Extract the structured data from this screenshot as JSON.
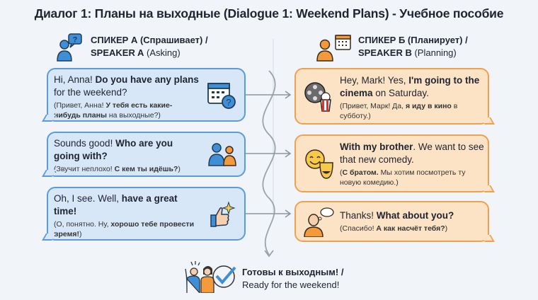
{
  "title": "Диалог 1: Планы на выходные (Dialogue 1: Weekend Plans) - Учебное пособие",
  "speaker_a": {
    "line1": "СПИКЕР А (Спрашивает) /",
    "line2_bold": "SPEAKER A",
    "line2_normal": " (Asking)",
    "icon": "person-question-icon"
  },
  "speaker_b": {
    "line1": "СПИКЕР Б (Планирует) /",
    "line2_bold": "SPEAKER B",
    "line2_normal": " (Planning)",
    "icon": "person-calendar-icon"
  },
  "bubbles_a": [
    {
      "icon": "calendar-question-icon",
      "en": [
        {
          "t": "Hi, Anna! ",
          "b": false
        },
        {
          "t": "Do you have any plans",
          "b": true
        },
        {
          "t": " for the weekend?",
          "b": false
        }
      ],
      "ru": [
        {
          "t": "(Привет, Анна! ",
          "b": false
        },
        {
          "t": "У тебя есть какие-нибудь планы",
          "b": true
        },
        {
          "t": " на выходные?)",
          "b": false
        }
      ]
    },
    {
      "icon": "two-people-icon",
      "en": [
        {
          "t": "Sounds good! ",
          "b": false
        },
        {
          "t": "Who are you going with?",
          "b": true
        }
      ],
      "ru": [
        {
          "t": "(Звучит неплохо! ",
          "b": false
        },
        {
          "t": "С кем ты идёшь?",
          "b": true
        },
        {
          "t": ")",
          "b": false
        }
      ]
    },
    {
      "icon": "thumbs-up-icon",
      "en": [
        {
          "t": "Oh, I see. Well, ",
          "b": false
        },
        {
          "t": "have a great time!",
          "b": true
        }
      ],
      "ru": [
        {
          "t": "(О, понятно. Ну, ",
          "b": false
        },
        {
          "t": "хорошо тебе провести время!",
          "b": true
        },
        {
          "t": ")",
          "b": false
        }
      ]
    }
  ],
  "bubbles_b": [
    {
      "icon": "film-popcorn-icon",
      "en": [
        {
          "t": "Hey, Mark! Yes, ",
          "b": false
        },
        {
          "t": "I'm going to the cinema",
          "b": true
        },
        {
          "t": " on Saturday.",
          "b": false
        }
      ],
      "ru": [
        {
          "t": "(Привет, Марк! Да, ",
          "b": false
        },
        {
          "t": "я иду в кино",
          "b": true
        },
        {
          "t": " в субботу.)",
          "b": false
        }
      ]
    },
    {
      "icon": "comedy-masks-icon",
      "en": [
        {
          "t": "With my brother",
          "b": true
        },
        {
          "t": ". We want to see that new comedy.",
          "b": false
        }
      ],
      "ru": [
        {
          "t": "(",
          "b": false
        },
        {
          "t": "С братом.",
          "b": true
        },
        {
          "t": " Мы хотим посмотреть ту новую комедию.)",
          "b": false
        }
      ]
    },
    {
      "icon": "thinking-person-icon",
      "en": [
        {
          "t": "Thanks! ",
          "b": false
        },
        {
          "t": "What about you?",
          "b": true
        }
      ],
      "ru": [
        {
          "t": "(Спасибо! ",
          "b": false
        },
        {
          "t": "А как насчёт тебя?",
          "b": true
        },
        {
          "t": ")",
          "b": false
        }
      ]
    }
  ],
  "footer": {
    "line1": "Готовы к выходным! /",
    "line2": "Ready for the weekend!",
    "icon": "people-check-icon"
  },
  "colors": {
    "blue": "#5b9bd8",
    "orange": "#f0a14f"
  }
}
